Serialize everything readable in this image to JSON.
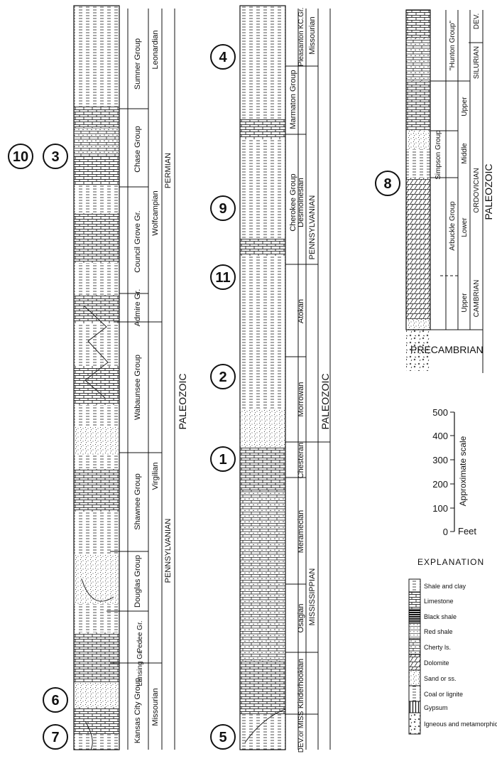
{
  "column_a": {
    "groups": [
      "Sumner Group",
      "Chase Group",
      "Council Grove Gr.",
      "Admire Gr.",
      "Wabaunsee Group",
      "Shawnee Group",
      "Douglas Group",
      "Pedee Gr.",
      "Lansing Gr.",
      "Kansas City Group"
    ],
    "stages": [
      "Leonardian",
      "Wolfcampian",
      "Virgilian",
      "Missourian"
    ],
    "series": [
      "PERMIAN",
      "PENNSYLVANIAN"
    ],
    "era": "PALEOZOIC"
  },
  "column_b": {
    "groups": [
      "Pleasanton KC.Gr.",
      "Marmaton Group",
      "Cherokee Group"
    ],
    "stages": [
      "Missourian",
      "Desmoinesian",
      "Atokan",
      "Morrowan",
      "Chesteran",
      "Meramecian",
      "Osagian",
      "Kinderhookian",
      "DEV.or MISS"
    ],
    "series": [
      "PENNSYLVANIAN",
      "MISSISSIPPIAN"
    ],
    "era": "PALEOZOIC"
  },
  "column_c": {
    "groups": [
      "\"Hunton Group\"",
      "Simpson Group",
      "Arbuckle Group"
    ],
    "stages": [
      "Upper",
      "Middle",
      "Lower",
      "Upper"
    ],
    "series": [
      "SILURIAN",
      "DEV.",
      "ORDOVICIAN",
      "CAMBRIAN"
    ],
    "era": "PALEOZOIC",
    "basement": "PRECAMBRIAN"
  },
  "markers": [
    "10",
    "3",
    "6",
    "7",
    "4",
    "9",
    "11",
    "2",
    "1",
    "5",
    "8"
  ],
  "scale": {
    "ticks": [
      "500",
      "400",
      "300",
      "200",
      "100",
      "0"
    ],
    "label": "Approximate scale",
    "unit": "Feet"
  },
  "legend": {
    "title": "EXPLANATION",
    "items": [
      "Shale and clay",
      "Limestone",
      "Black shale",
      "Red shale",
      "Cherty ls.",
      "Dolomite",
      "Sand or ss.",
      "Coal or lignite",
      "Gypsum",
      "Igneous and metamorphic rocks"
    ]
  }
}
